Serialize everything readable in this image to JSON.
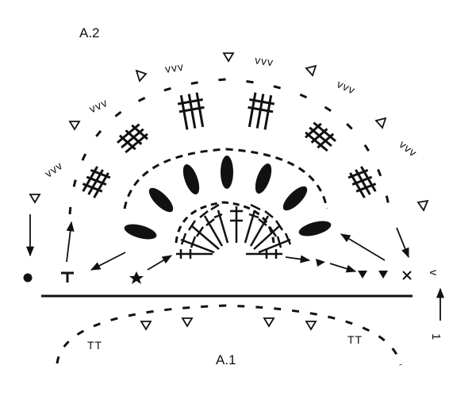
{
  "diagram": {
    "labels": {
      "chart_a2": "A.2",
      "chart_a1": "A.1",
      "row_number": "1"
    },
    "symbols": {
      "group_vvv": "vvv",
      "tt_pair": "TT",
      "small_v": "v"
    },
    "colors": {
      "ink": "#111111",
      "background": "#ffffff"
    }
  }
}
